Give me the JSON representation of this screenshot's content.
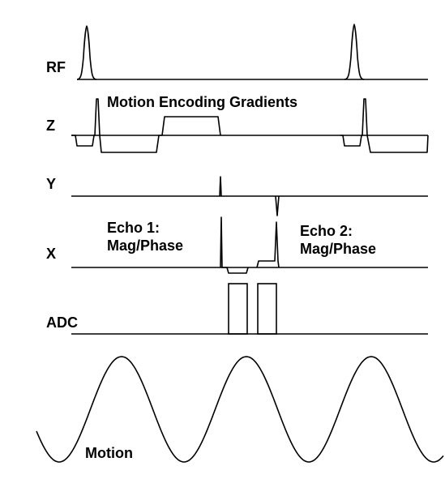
{
  "rows": {
    "rf": "RF",
    "z": "Z",
    "y": "Y",
    "x": "X",
    "adc": "ADC"
  },
  "annotations": {
    "motion_encoding": "Motion Encoding Gradients",
    "echo1_line1": "Echo 1:",
    "echo1_line2": "Mag/Phase",
    "echo2_line1": "Echo 2:",
    "echo2_line2": "Mag/Phase",
    "motion": "Motion"
  },
  "colors": {
    "stroke": "#000000",
    "background": "#ffffff"
  }
}
